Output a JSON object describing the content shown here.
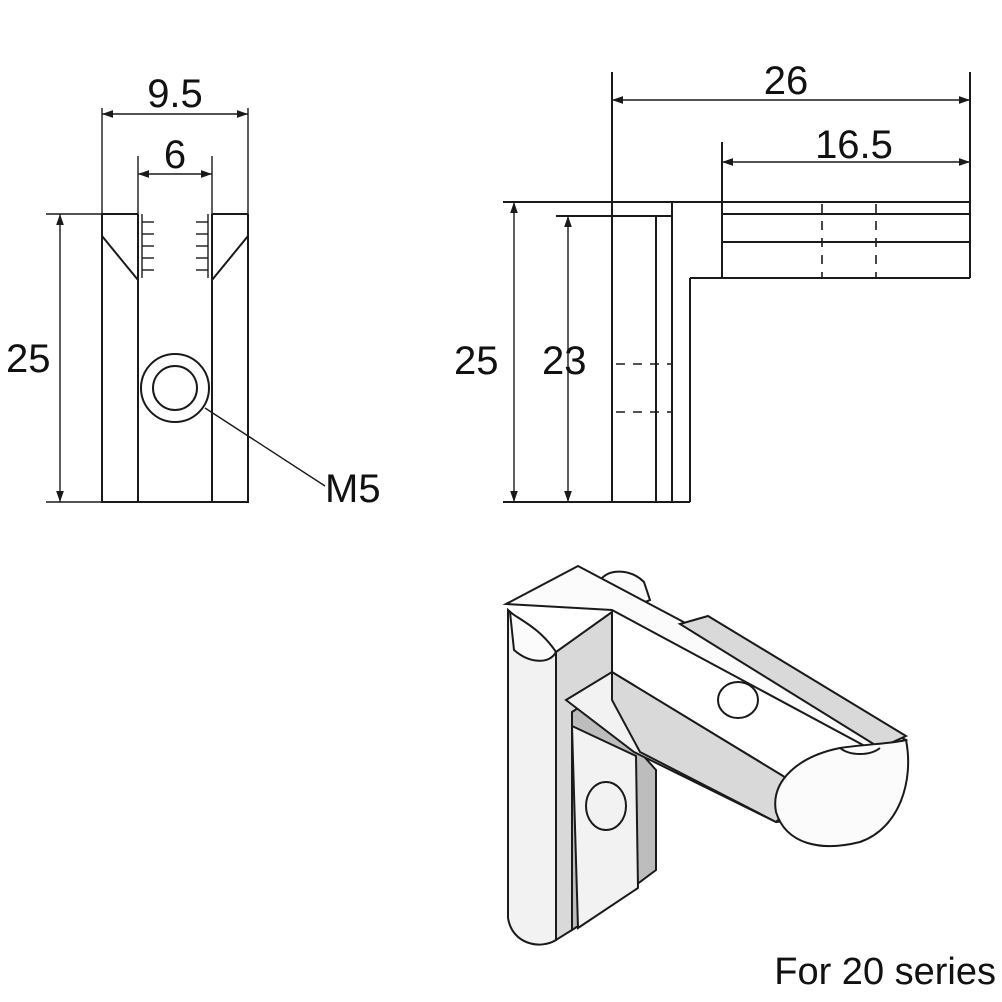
{
  "front_view": {
    "width_label": "9.5",
    "thread_width_label": "6",
    "height_label": "25",
    "thread_label": "M5"
  },
  "side_view": {
    "length_label": "26",
    "arm_length_label": "16.5",
    "height_label": "25",
    "inner_height_label": "23"
  },
  "caption": "For 20 series"
}
